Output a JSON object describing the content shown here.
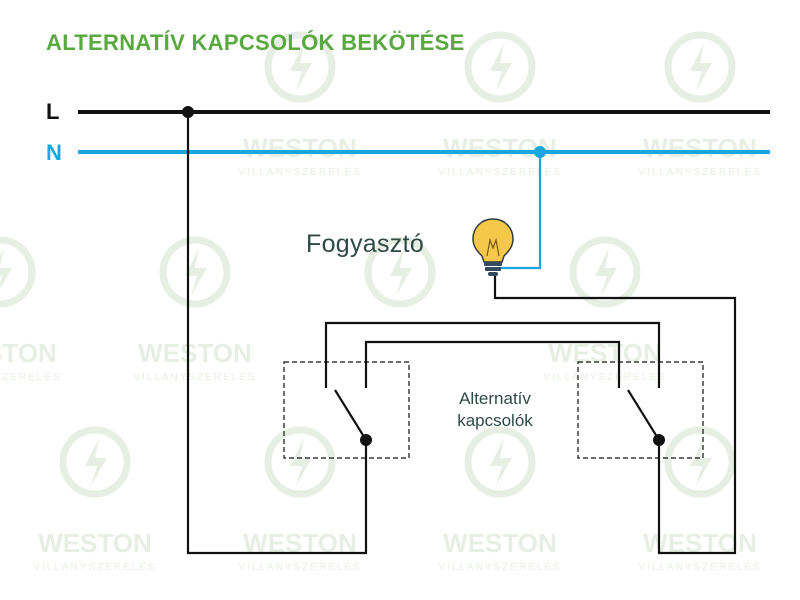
{
  "title": "ALTERNATÍV KAPCSOLÓK BEKÖTÉSE",
  "lines": {
    "live": "L",
    "neutral": "N"
  },
  "consumer_label": "Fogyasztó",
  "switches_label": {
    "line1": "Alternatív",
    "line2": "kapcsolók"
  },
  "watermark": {
    "brand": "WESTON",
    "tagline": "VILLANYSZERELÉS"
  },
  "colors": {
    "title": "#5aa840",
    "live_wire": "#111111",
    "neutral_wire": "#1aa6e0",
    "wire": "#111111",
    "consumer_text": "#2f4a45",
    "switch_text": "#2f4a45",
    "bulb": "#f6c84a",
    "bulb_base": "#34495e",
    "watermark": "#e7efe4"
  }
}
